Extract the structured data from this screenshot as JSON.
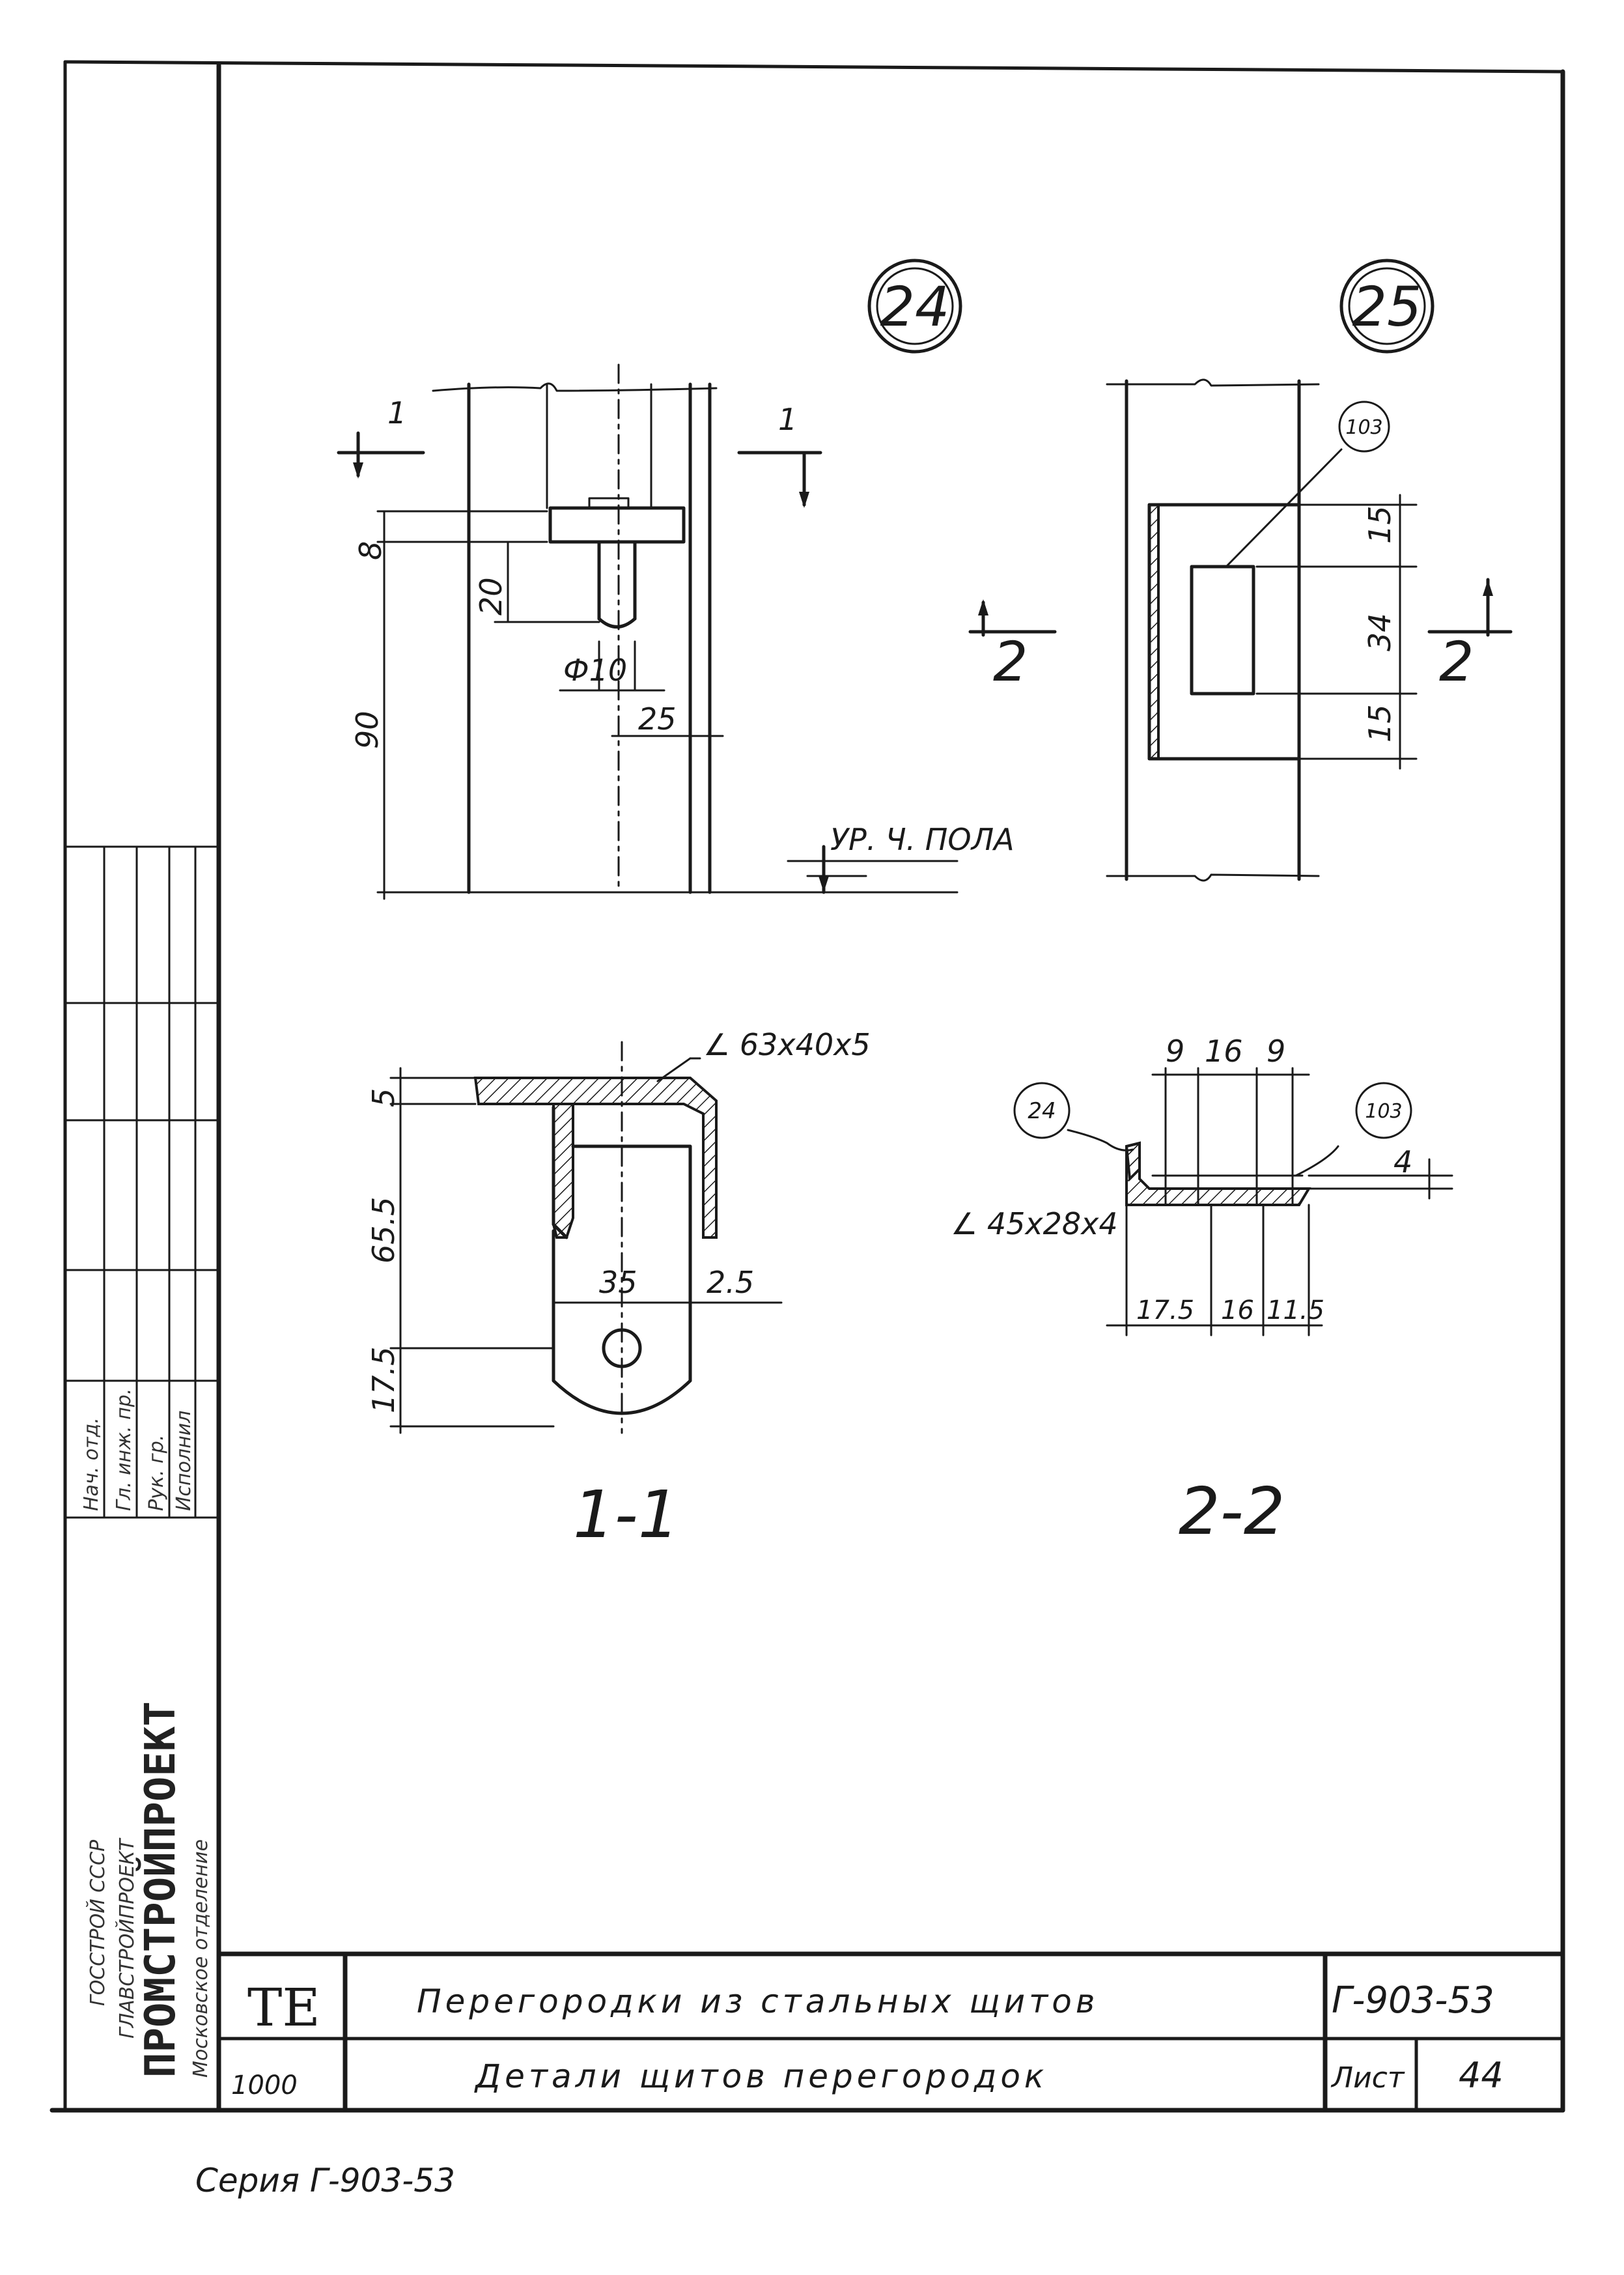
{
  "detail_24": {
    "number": "24",
    "section_marks": [
      "1",
      "1"
    ],
    "dims": {
      "d8": "8",
      "d20": "20",
      "d90": "90",
      "d10": "Ф10",
      "d25": "25"
    },
    "floor_label": "УР. Ч. ПОЛА"
  },
  "detail_25": {
    "number": "25",
    "callout": "103",
    "section_marks": [
      "2",
      "2"
    ],
    "dims": {
      "d15a": "15",
      "d34": "34",
      "d15b": "15"
    }
  },
  "section_1_1": {
    "label": "1-1",
    "profile": "∠ 63х40х5",
    "dims": {
      "d5": "5",
      "d65": "65.5",
      "d17": "17.5",
      "d35": "35",
      "d25": "2.5"
    }
  },
  "section_2_2": {
    "label": "2-2",
    "callout_a": "24",
    "callout_b": "103",
    "profile": "∠ 45х28х4",
    "dims_top": [
      "9",
      "16",
      "9"
    ],
    "dims_bottom": [
      "17.5",
      "16",
      "11.5"
    ],
    "dim_side": "4"
  },
  "title_block": {
    "logo_top": "ТЕ",
    "logo_bottom": "1000",
    "title_line1": "Перегородки из стальных щитов",
    "title_line2": "Детали щитов перегородок",
    "doc_number": "Г-903-53",
    "sheet_label": "Лист",
    "sheet_number": "44"
  },
  "side_stamp": {
    "org_line1": "ГОССТРОЙ СССР",
    "org_line2": "ГЛАВСТРОЙПРОЕКТ",
    "org_big": "ПРОМСТРОЙПРОЕКТ",
    "org_line3": "Московское отделение",
    "roles": [
      "Нач. отд.",
      "Гл. инж. пр.",
      "Рук. гр.",
      "Исполнил"
    ]
  },
  "footer_stamp": "Серия Г-903-53"
}
